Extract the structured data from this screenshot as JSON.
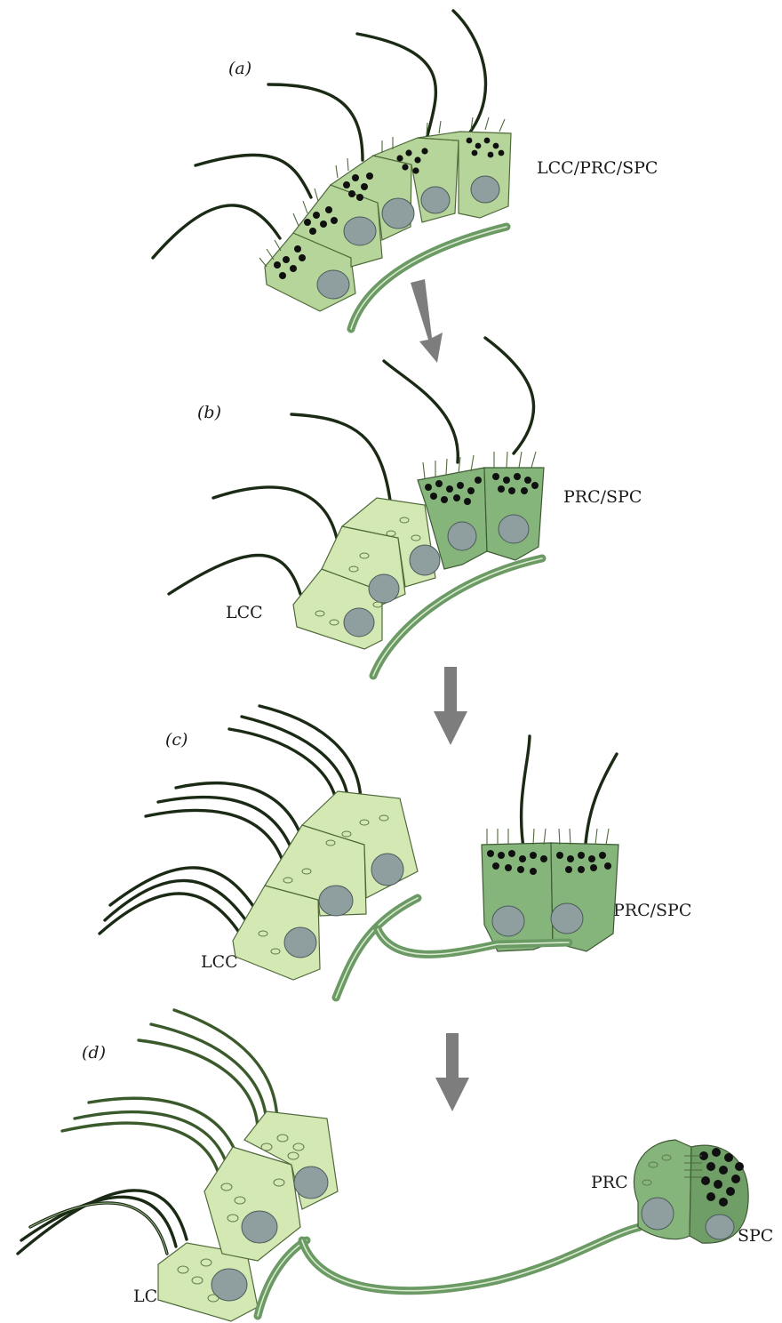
{
  "panels": [
    {
      "id": "a",
      "label": "(a)",
      "cell_labels": [
        "LCC/PRC/SPC"
      ]
    },
    {
      "id": "b",
      "label": "(b)",
      "cell_labels": [
        "PRC/SPC",
        "LCC"
      ]
    },
    {
      "id": "c",
      "label": "(c)",
      "cell_labels": [
        "PRC/SPC",
        "LCC"
      ]
    },
    {
      "id": "d",
      "label": "(d)",
      "cell_labels": [
        "PRC",
        "SPC",
        "LCC"
      ]
    }
  ],
  "colors": {
    "lcc_cell": "#d4e8b4",
    "mixed_cell": "#b6d59a",
    "prc_spc_cell": "#86b57c",
    "nucleus": "#8f9fa0",
    "granule": "#101010",
    "arrow": "#7d7d7d"
  }
}
